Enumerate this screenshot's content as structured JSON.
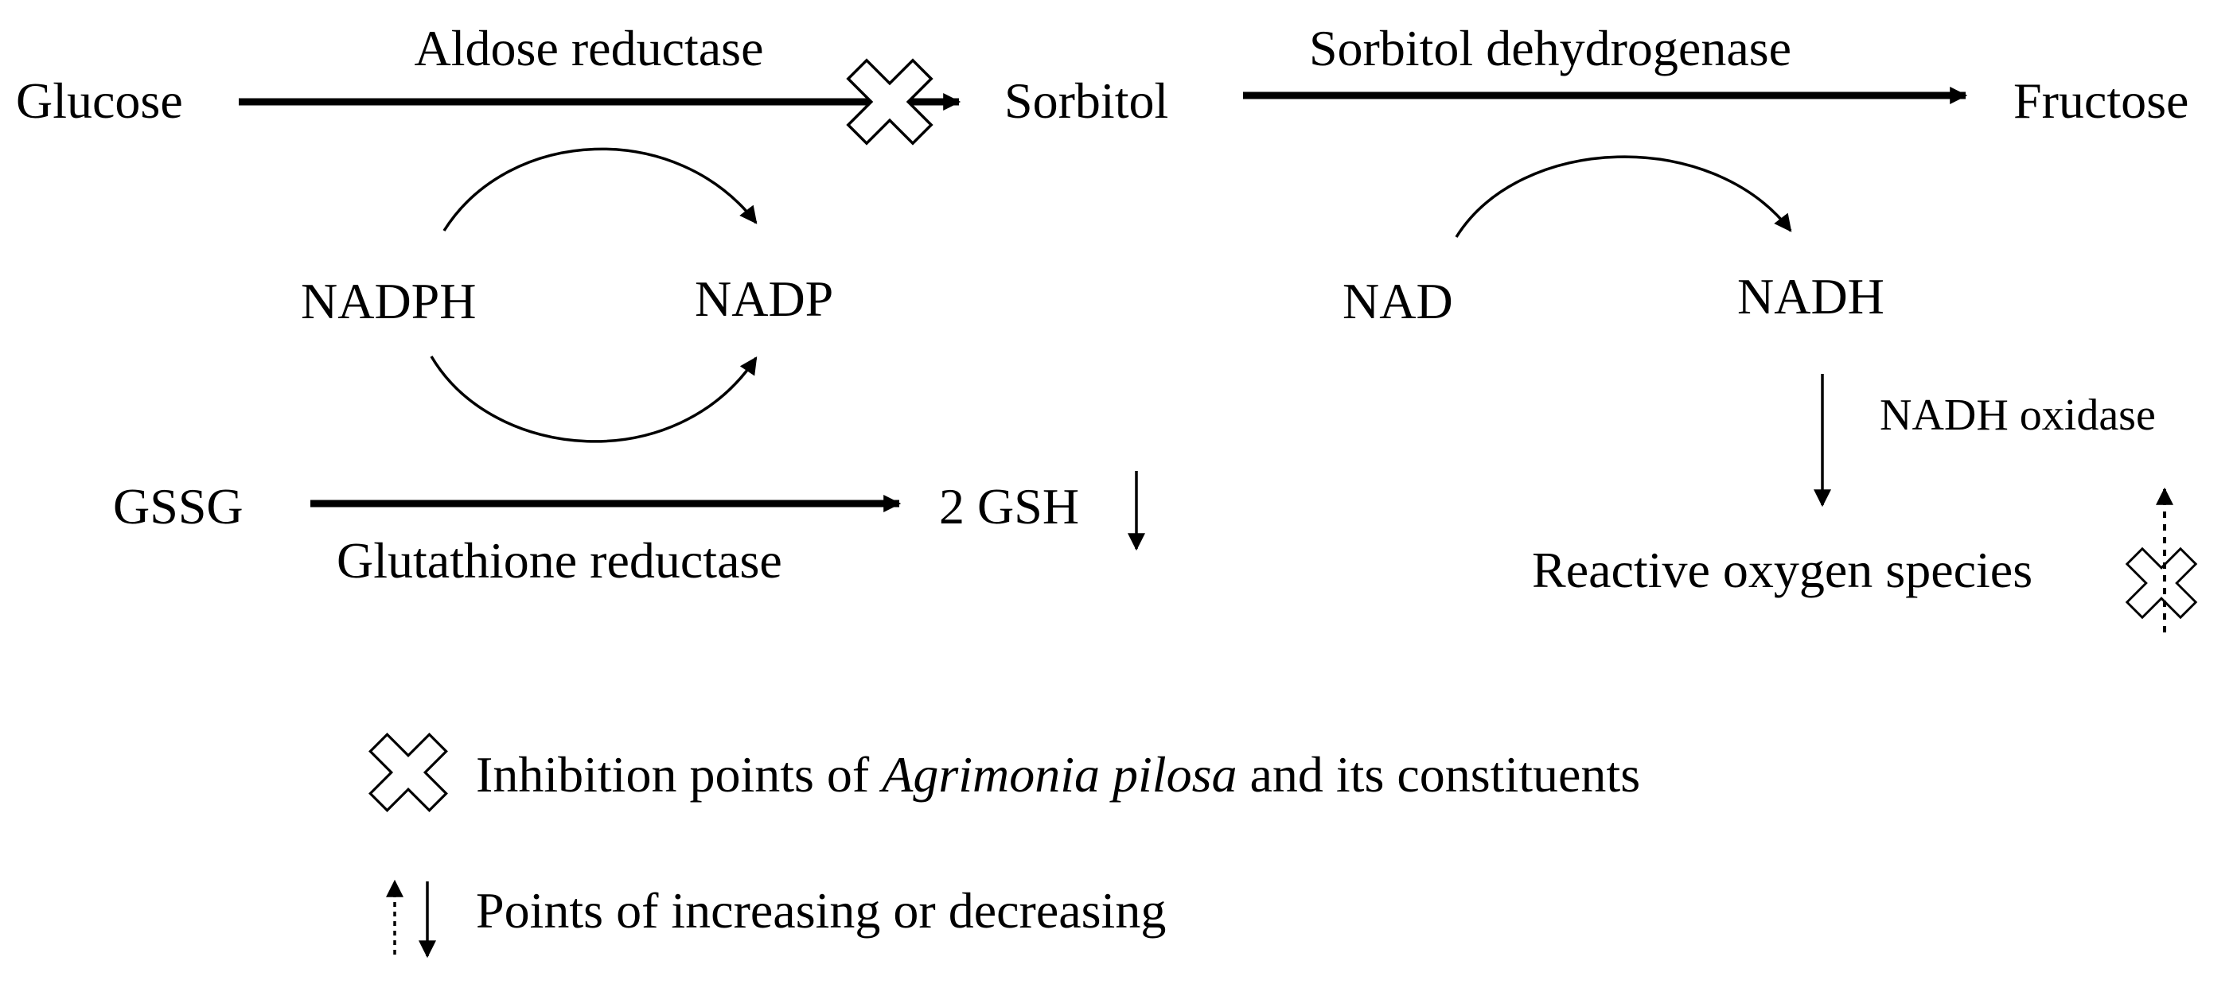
{
  "pathway": {
    "glucose": "Glucose",
    "sorbitol": "Sorbitol",
    "fructose": "Fructose",
    "aldose_reductase": "Aldose reductase",
    "sorbitol_dehydrogenase": "Sorbitol dehydrogenase",
    "nadph": "NADPH",
    "nadp": "NADP",
    "nad": "NAD",
    "nadh": "NADH",
    "gssg": "GSSG",
    "gsh": "2 GSH",
    "glutathione_reductase": "Glutathione reductase",
    "nadh_oxidase": "NADH oxidase",
    "ros": "Reactive oxygen species"
  },
  "legend": {
    "inhibition_prefix": "Inhibition points of",
    "inhibition_species": "Agrimonia pilosa",
    "inhibition_suffix": "and its constituents",
    "change": "Points of increasing or decreasing"
  },
  "colors": {
    "line": "#000000",
    "inhibition_mark_fill": "#ffffff",
    "inhibition_mark_stroke": "#000000"
  },
  "icons": [
    "inhibition-x-icon",
    "increase-dotted-arrow-icon",
    "decrease-arrow-icon"
  ]
}
